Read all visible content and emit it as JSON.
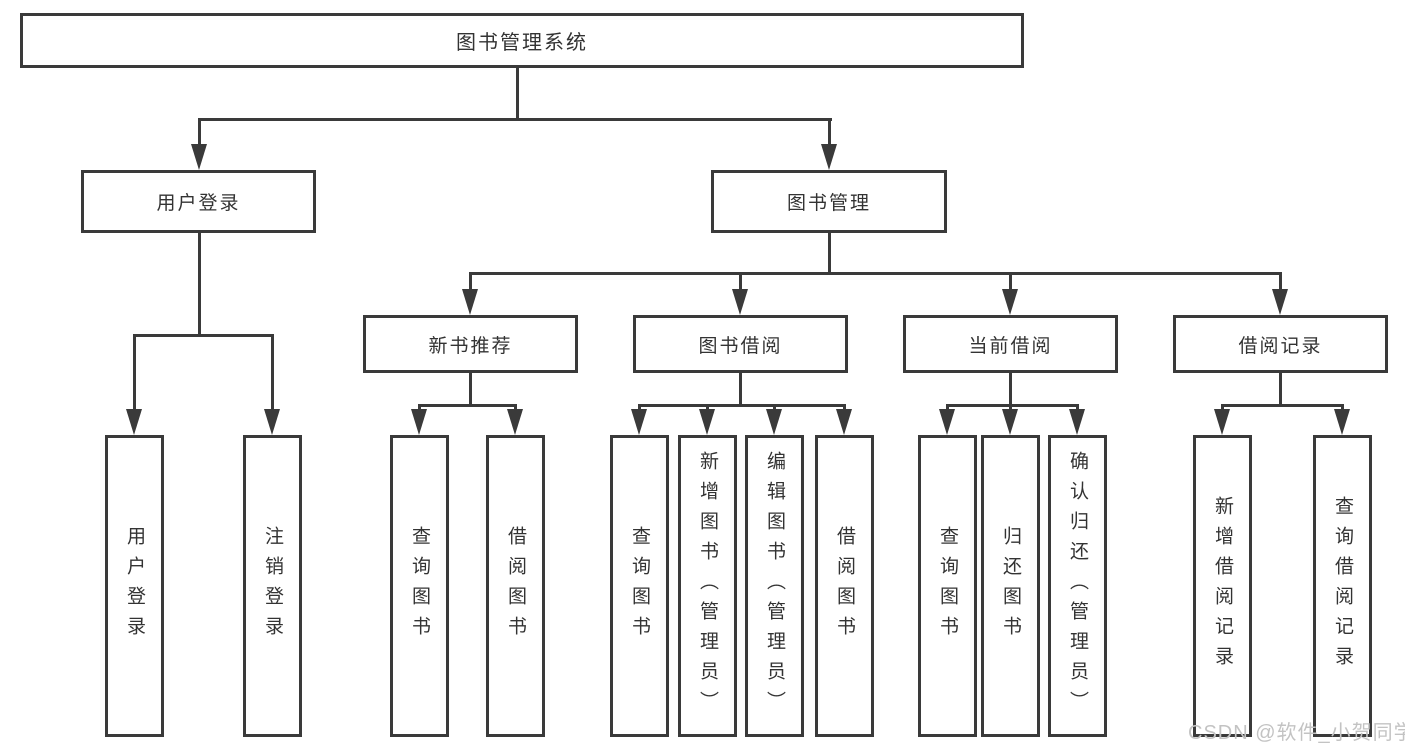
{
  "diagram_title": "图书管理系统",
  "tree": {
    "label": "图书管理系统",
    "children": [
      {
        "label": "用户登录",
        "children": [
          {
            "label": "用户登录"
          },
          {
            "label": "注销登录"
          }
        ]
      },
      {
        "label": "图书管理",
        "children": [
          {
            "label": "新书推荐",
            "children": [
              {
                "label": "查询图书"
              },
              {
                "label": "借阅图书"
              }
            ]
          },
          {
            "label": "图书借阅",
            "children": [
              {
                "label": "查询图书"
              },
              {
                "label": "新增图书（管理员）"
              },
              {
                "label": "编辑图书（管理员）"
              },
              {
                "label": "借阅图书"
              }
            ]
          },
          {
            "label": "当前借阅",
            "children": [
              {
                "label": "查询图书"
              },
              {
                "label": "归还图书"
              },
              {
                "label": "确认归还（管理员）"
              }
            ]
          },
          {
            "label": "借阅记录",
            "children": [
              {
                "label": "新增借阅记录"
              },
              {
                "label": "查询借阅记录"
              }
            ]
          }
        ]
      }
    ]
  },
  "watermark": {
    "text": "CSDN @软件_小贺同学",
    "color": "#c3c3c3"
  },
  "colors": {
    "line": "#3a3a3a",
    "box_background": "#ffffff",
    "text": "#333333"
  }
}
